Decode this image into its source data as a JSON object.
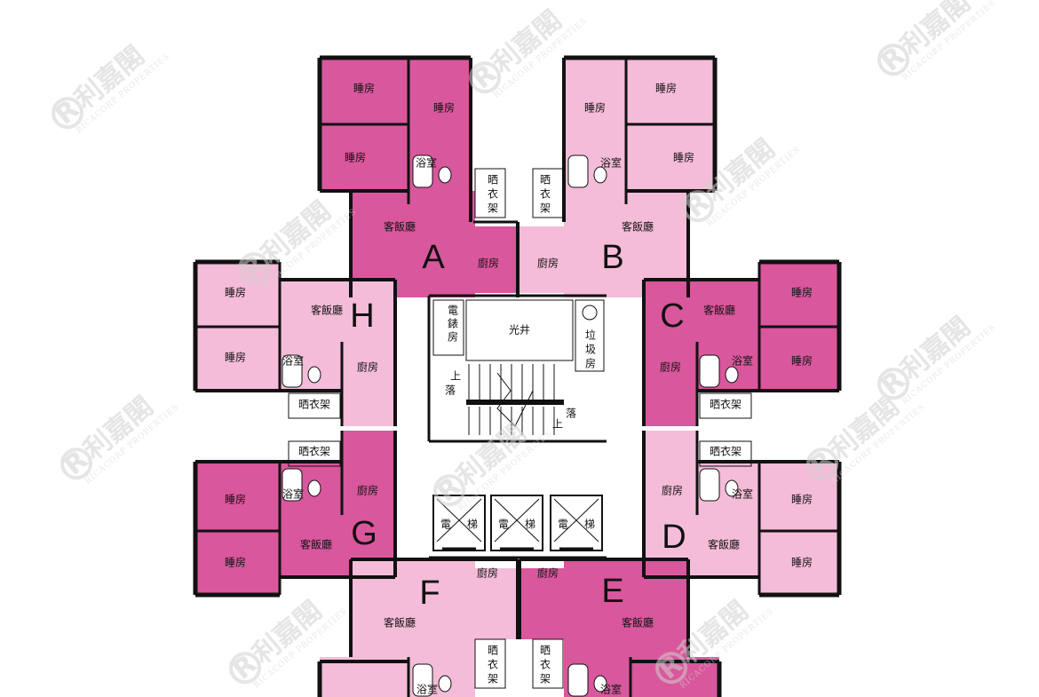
{
  "colors": {
    "dark_pink": "#d9579c",
    "light_pink": "#f4bcd8",
    "wall": "#111111",
    "fixture": "#ffffff",
    "watermark": "#cfcfcf"
  },
  "units": {
    "A": "A",
    "B": "B",
    "C": "C",
    "D": "D",
    "E": "E",
    "F": "F",
    "G": "G",
    "H": "H"
  },
  "rooms": {
    "bedroom": "睡房",
    "bathroom": "浴室",
    "living_dining": "客飯廳",
    "kitchen": "廚房",
    "drying_rack": "晒衣架",
    "drying_rack_v1": "晒",
    "drying_rack_v2": "衣",
    "drying_rack_v3": "架"
  },
  "core": {
    "light_well": "光井",
    "meter_1": "電",
    "meter_2": "錶",
    "meter_3": "房",
    "refuse_1": "垃",
    "refuse_2": "圾",
    "refuse_3": "房",
    "up": "上",
    "down": "落",
    "lift_1": "電",
    "lift_2": "梯"
  },
  "watermark": {
    "brand": "利嘉閣",
    "sub": "RICACORP PROPERTIES",
    "logo": "R"
  }
}
